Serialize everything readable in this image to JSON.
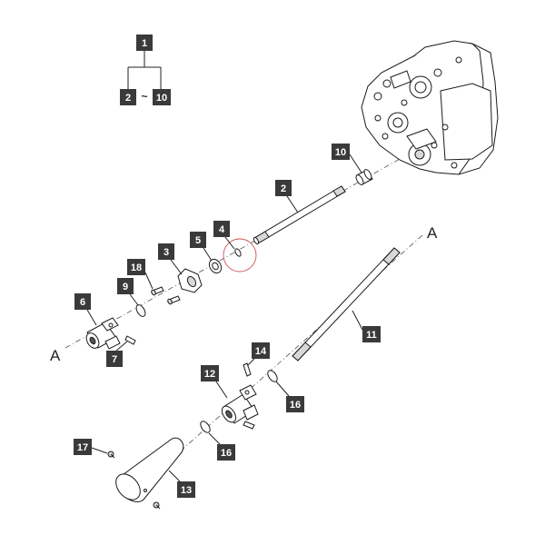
{
  "legend": {
    "parent": "1",
    "range_start": "2",
    "range_sep": "~",
    "range_end": "10"
  },
  "axis_labels": [
    "A",
    "A"
  ],
  "callouts": {
    "c2": "2",
    "c3": "3",
    "c4": "4",
    "c5": "5",
    "c6": "6",
    "c7": "7",
    "c9": "9",
    "c10": "10",
    "c11": "11",
    "c12": "12",
    "c13": "13",
    "c14": "14",
    "c16a": "16",
    "c16b": "16",
    "c17": "17",
    "c18": "18"
  }
}
